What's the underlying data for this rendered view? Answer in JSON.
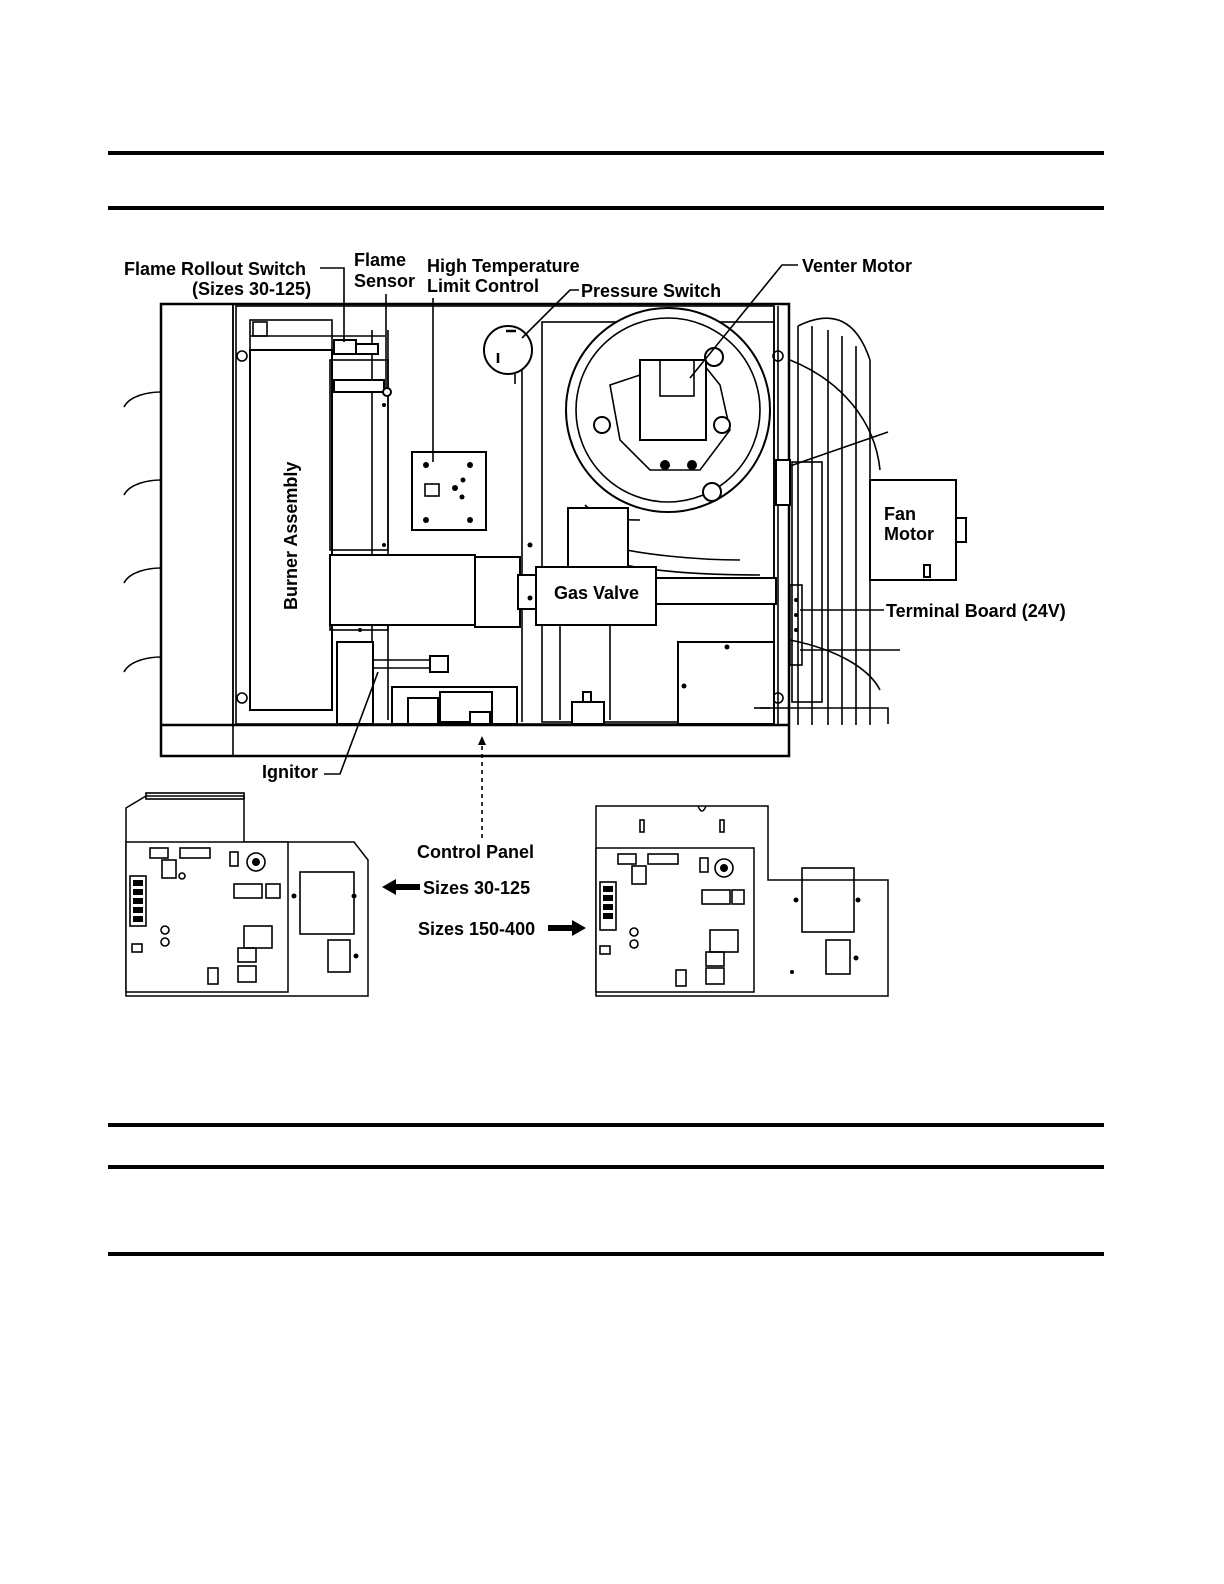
{
  "labels": {
    "flame_rollout_switch": "Flame Rollout Switch",
    "flame_rollout_sizes": "(Sizes 30-125)",
    "flame": "Flame",
    "sensor": "Sensor",
    "high_temperature": "High Temperature",
    "limit_control": "Limit Control",
    "pressure_switch": "Pressure Switch",
    "venter_motor": "Venter Motor",
    "burner_assembly": "Burner Assembly",
    "fan": "Fan",
    "motor": "Motor",
    "gas_valve": "Gas Valve",
    "terminal_board": "Terminal Board (24V)",
    "ignitor": "Ignitor",
    "control_panel": "Control Panel",
    "sizes_small": "Sizes 30-125",
    "sizes_large": "Sizes 150-400"
  },
  "colors": {
    "ink": "#000000",
    "paper": "#ffffff"
  }
}
